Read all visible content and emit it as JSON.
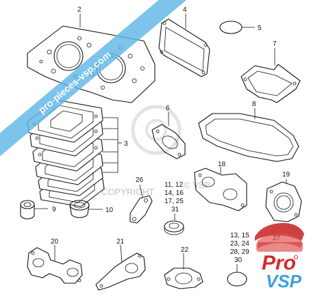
{
  "watermark": {
    "banner_text": "pro-pieces-vsp.com",
    "copyright_text": "COPYRIGHT",
    "copyright_trail": "© VSP"
  },
  "logo": {
    "line1": "Pro",
    "line2": "VSP"
  },
  "colors": {
    "banner": "#5fb7e6",
    "logo_red": "#d42a2a",
    "logo_blue": "#3ba0dd",
    "ink": "#111111",
    "watermark_gray": "#b8b8b8"
  },
  "callouts": {
    "p2": "2",
    "p3": "3",
    "p4": "4",
    "p5": "5",
    "p6": "6",
    "p7": "7",
    "p8": "8",
    "p9": "9",
    "p10": "10",
    "p18": "18",
    "p19": "19",
    "p20": "20",
    "p21": "21",
    "p22": "22",
    "p26": "26",
    "p27": "27",
    "p30": "30",
    "p31": "31",
    "group_a1": "11, 12",
    "group_a2": "14, 16",
    "group_a3": "17, 25",
    "group_b1": "13, 15",
    "group_b2": "23, 24",
    "group_b3": "28, 29"
  }
}
